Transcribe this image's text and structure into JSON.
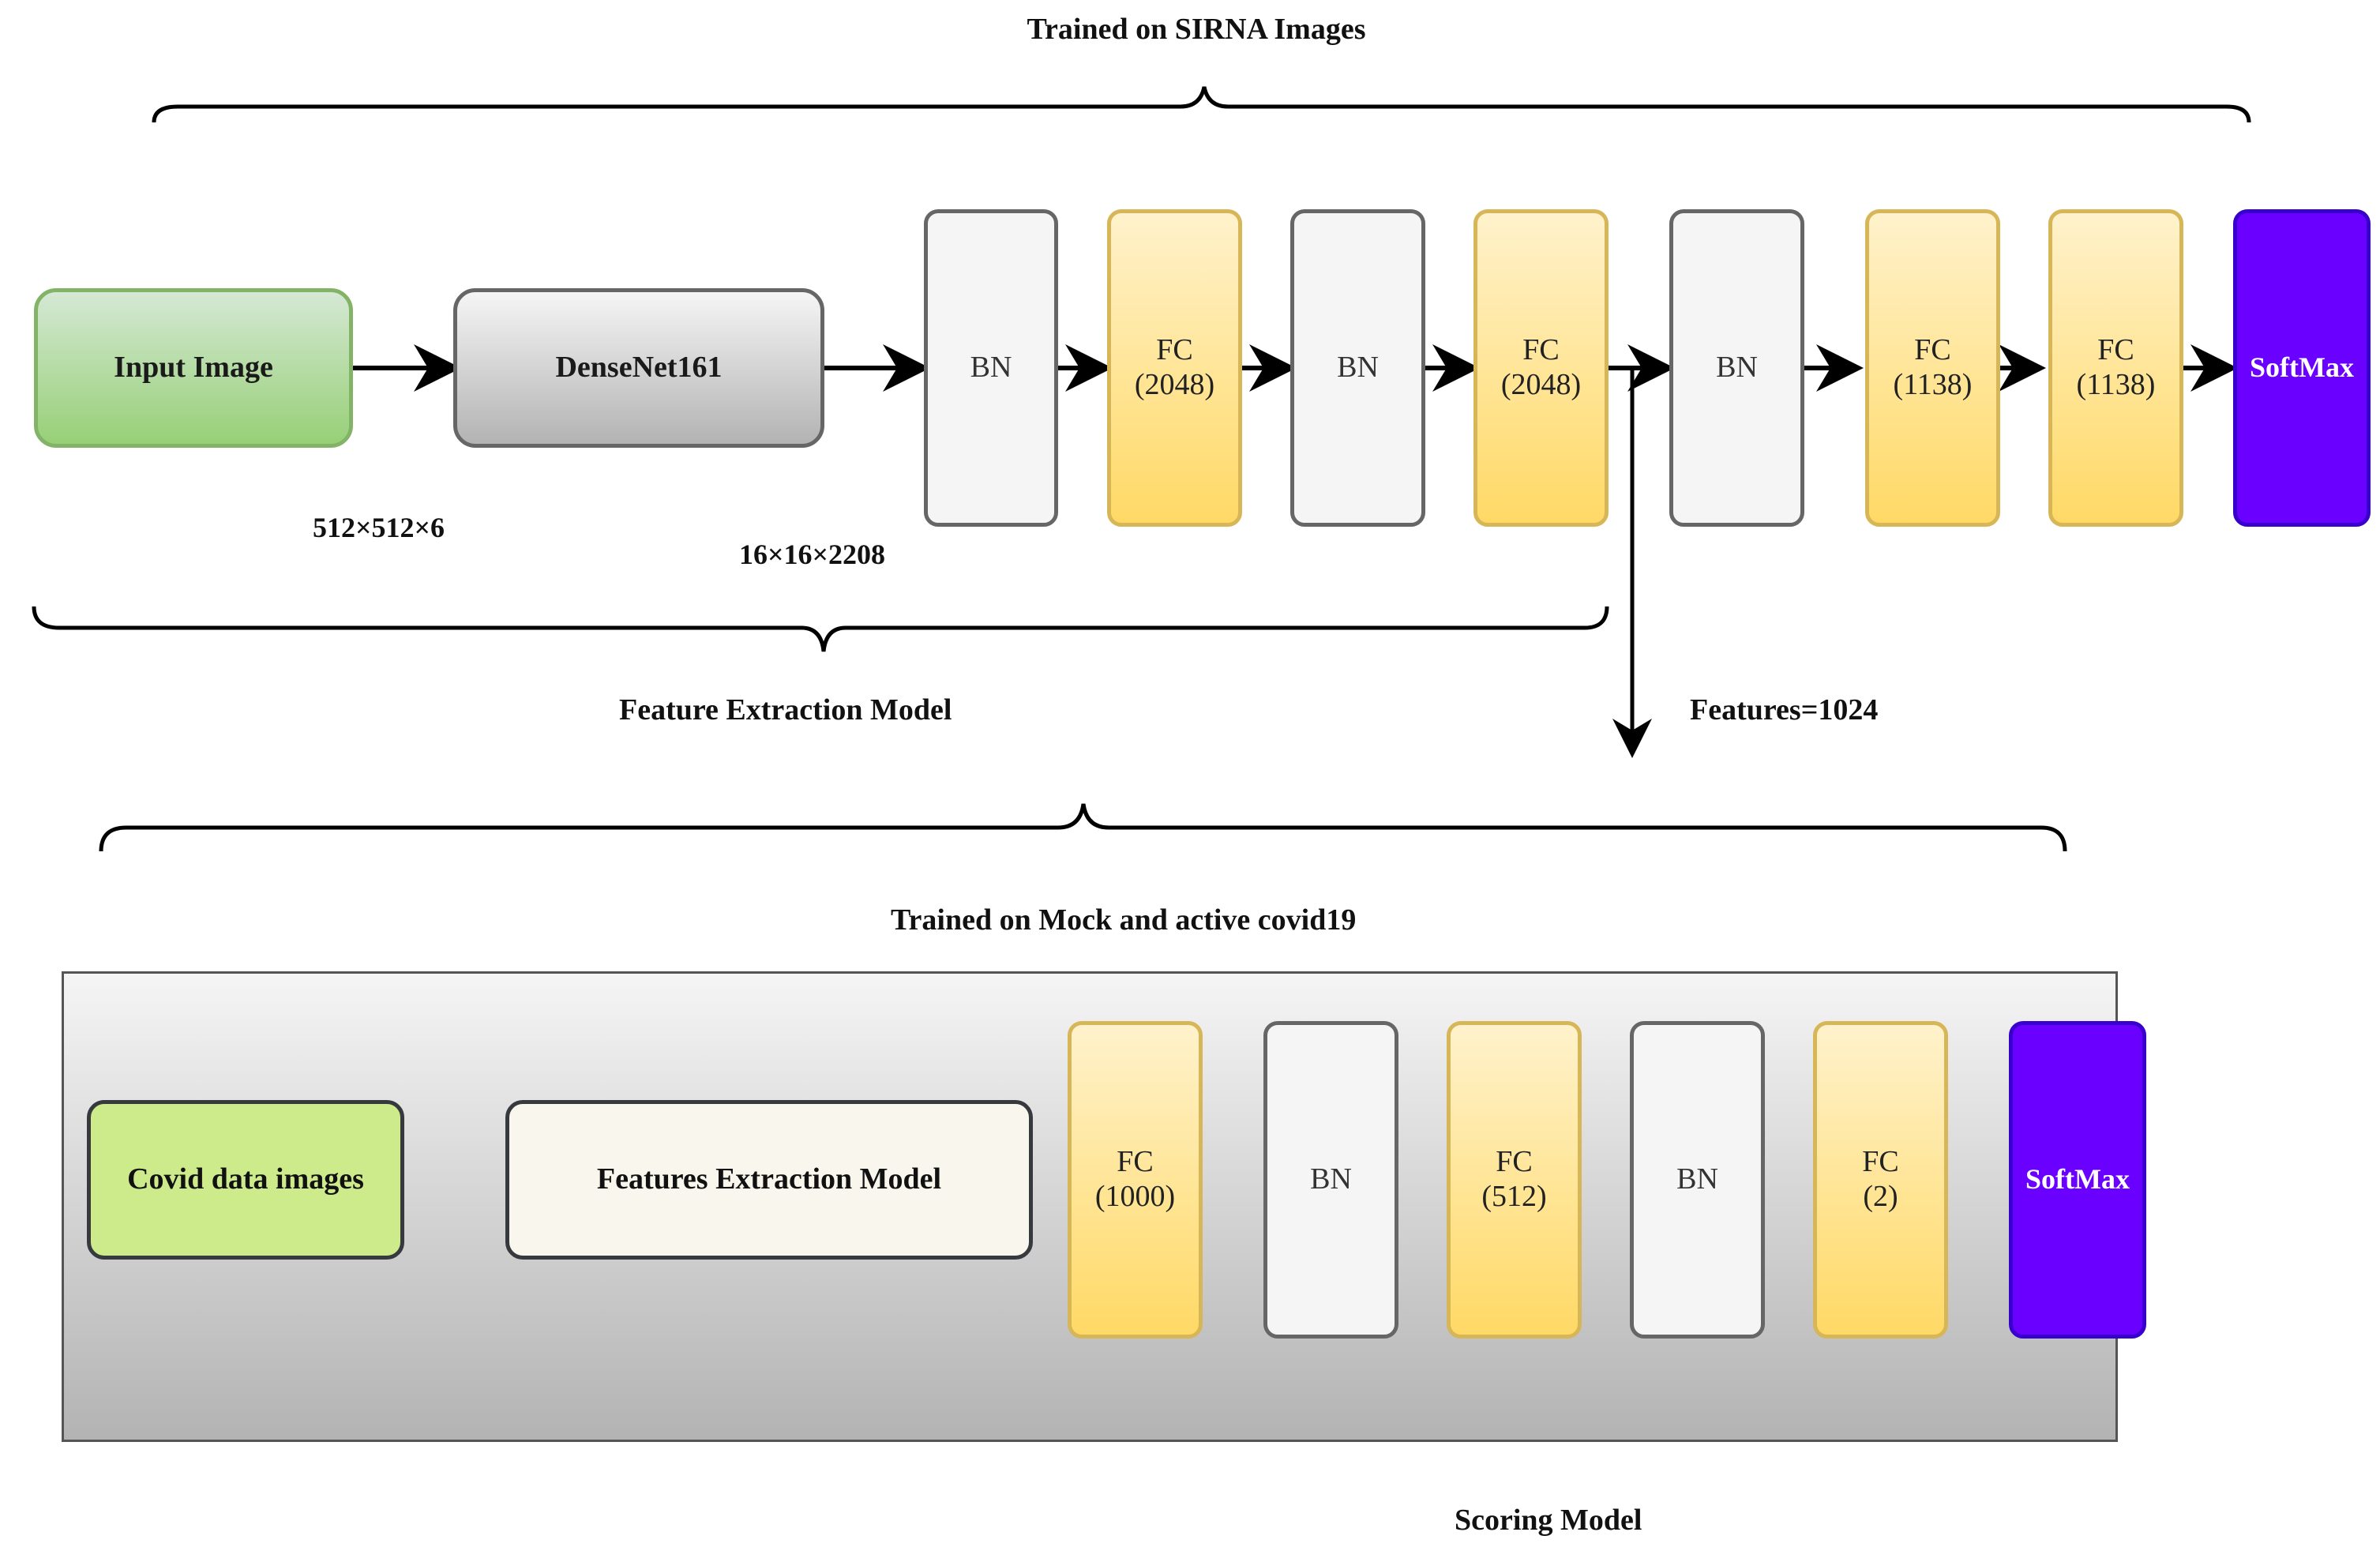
{
  "top": {
    "title": "Trained on SIRNA Images",
    "input_label": "Input Image",
    "backbone_label": "DenseNet161",
    "input_dim": "512×512×6",
    "backbone_dim": "16×16×2208",
    "blocks": [
      {
        "kind": "bn",
        "line1": "BN",
        "line2": ""
      },
      {
        "kind": "fc",
        "line1": "FC",
        "line2": "(2048)"
      },
      {
        "kind": "bn",
        "line1": "BN",
        "line2": ""
      },
      {
        "kind": "fc",
        "line1": "FC",
        "line2": "(2048)"
      },
      {
        "kind": "bn",
        "line1": "BN",
        "line2": ""
      },
      {
        "kind": "fc",
        "line1": "FC",
        "line2": "(1138)"
      },
      {
        "kind": "fc",
        "line1": "FC",
        "line2": "(1138)"
      },
      {
        "kind": "softmax",
        "line1": "SoftMax",
        "line2": ""
      }
    ],
    "feature_extraction_label": "Feature Extraction Model",
    "features_label": "Features=1024"
  },
  "bottom": {
    "title": "Trained on Mock and active covid19",
    "input_label": "Covid data images",
    "extractor_label": "Features Extraction Model",
    "blocks": [
      {
        "kind": "fc",
        "line1": "FC",
        "line2": "(1000)"
      },
      {
        "kind": "bn",
        "line1": "BN",
        "line2": ""
      },
      {
        "kind": "fc",
        "line1": "FC",
        "line2": "(512)"
      },
      {
        "kind": "bn",
        "line1": "BN",
        "line2": ""
      },
      {
        "kind": "fc",
        "line1": "FC",
        "line2": "(2)"
      },
      {
        "kind": "softmax",
        "line1": "SoftMax",
        "line2": ""
      }
    ],
    "scoring_label": "Scoring Model"
  },
  "colors": {
    "softmax": "#6a00ff",
    "fc": "#ffd966",
    "bn": "#f5f5f5",
    "input_green": "#97d077",
    "covid_lime": "#cdeb8b"
  }
}
